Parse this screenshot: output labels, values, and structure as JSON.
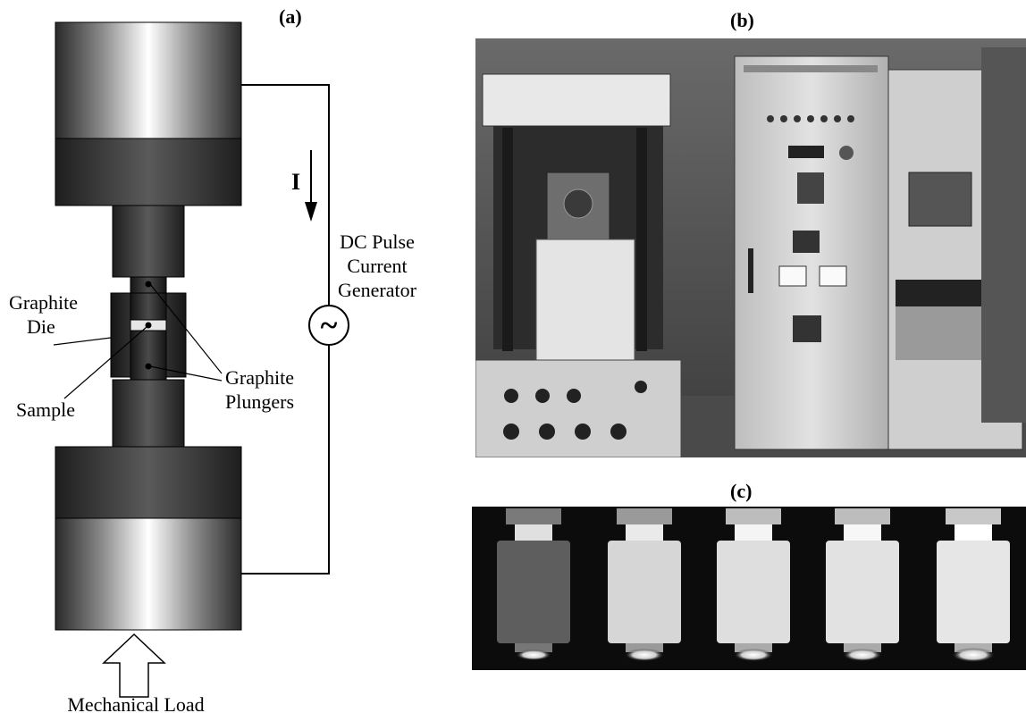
{
  "panels": {
    "a_label": "(a)",
    "b_label": "(b)",
    "c_label": "(c)"
  },
  "diagram": {
    "current_symbol": "I",
    "generator_label_line1": "DC Pulse",
    "generator_label_line2": "Current",
    "generator_label_line3": "Generator",
    "generator_symbol": "~",
    "die_label_line1": "Graphite",
    "die_label_line2": "Die",
    "sample_label": "Sample",
    "plungers_label_line1": "Graphite",
    "plungers_label_line2": "Plungers",
    "load_label": "Mechanical Load"
  },
  "photos": {
    "b_description_icon": "sps-machine-photo",
    "c_frame_count": 5,
    "c_frame_icon": "glowing-die-photo"
  }
}
